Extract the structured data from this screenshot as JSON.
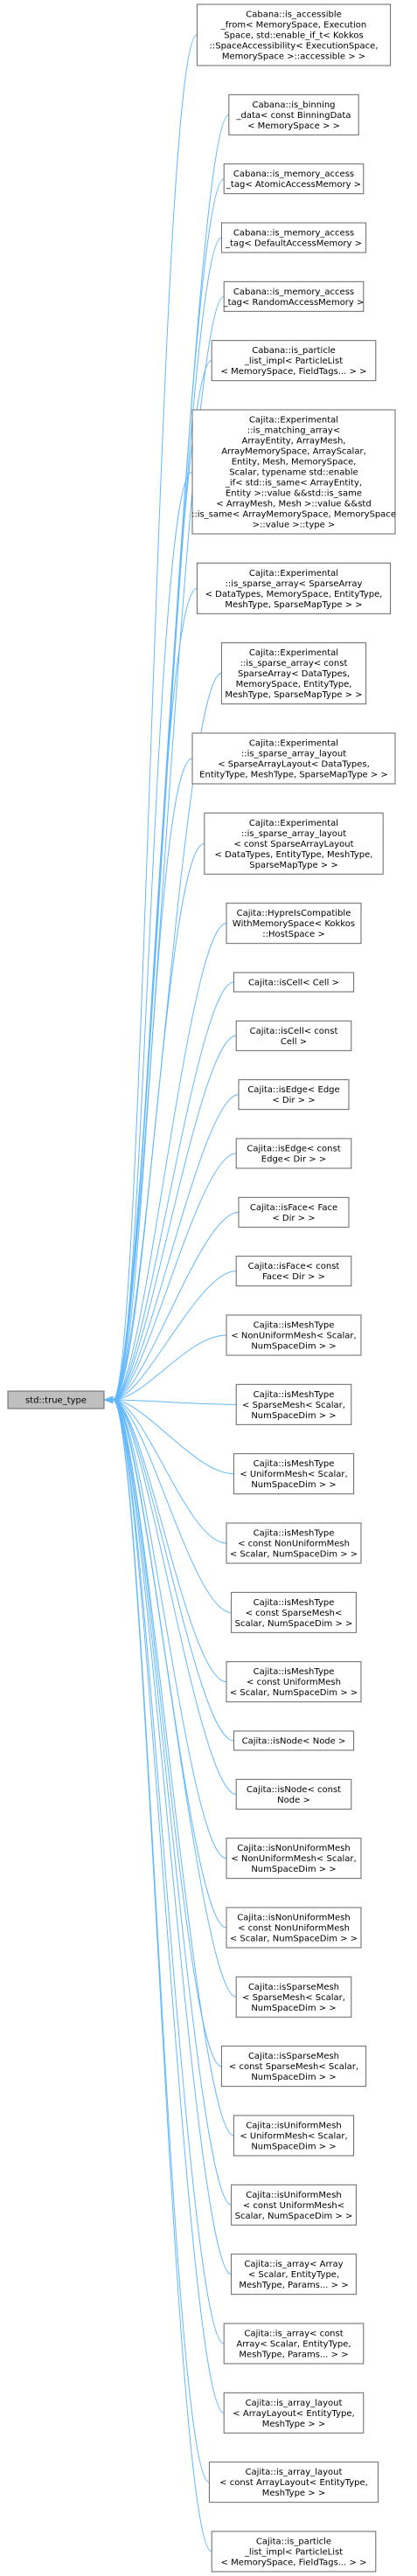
{
  "diagram": {
    "root": {
      "label": "std::true_type"
    },
    "colors": {
      "edge": "#63b8ff",
      "node_border": "#666666",
      "root_fill": "#bfbfbf",
      "node_fill": "#ffffff"
    },
    "nodes": [
      {
        "lines": [
          "Cabana::is_accessible",
          "_from< MemorySpace, Execution",
          "Space, std::enable_if_t< Kokkos",
          "::SpaceAccessibility< ExecutionSpace,",
          "MemorySpace >::accessible > >"
        ]
      },
      {
        "lines": [
          "Cabana::is_binning",
          "_data< const BinningData",
          "< MemorySpace > >"
        ]
      },
      {
        "lines": [
          "Cabana::is_memory_access",
          "_tag< AtomicAccessMemory >"
        ]
      },
      {
        "lines": [
          "Cabana::is_memory_access",
          "_tag< DefaultAccessMemory >"
        ]
      },
      {
        "lines": [
          "Cabana::is_memory_access",
          "_tag< RandomAccessMemory >"
        ]
      },
      {
        "lines": [
          "Cabana::is_particle",
          "_list_impl< ParticleList",
          "< MemorySpace, FieldTags... > >"
        ]
      },
      {
        "lines": [
          "Cajita::Experimental",
          "::is_matching_array<",
          "ArrayEntity, ArrayMesh,",
          "ArrayMemorySpace, ArrayScalar,",
          "Entity, Mesh, MemorySpace,",
          "Scalar, typename std::enable",
          "_if< std::is_same< ArrayEntity,",
          "Entity >::value &&std::is_same",
          "< ArrayMesh, Mesh >::value &&std",
          "::is_same< ArrayMemorySpace, MemorySpace",
          ">::value >::type >"
        ]
      },
      {
        "lines": [
          "Cajita::Experimental",
          "::is_sparse_array< SparseArray",
          "< DataTypes, MemorySpace, EntityType,",
          "MeshType, SparseMapType > >"
        ]
      },
      {
        "lines": [
          "Cajita::Experimental",
          "::is_sparse_array< const",
          "SparseArray< DataTypes,",
          "MemorySpace, EntityType,",
          "MeshType, SparseMapType > >"
        ]
      },
      {
        "lines": [
          "Cajita::Experimental",
          "::is_sparse_array_layout",
          "< SparseArrayLayout< DataTypes,",
          "EntityType, MeshType, SparseMapType > >"
        ]
      },
      {
        "lines": [
          "Cajita::Experimental",
          "::is_sparse_array_layout",
          "< const SparseArrayLayout",
          "< DataTypes, EntityType, MeshType,",
          "SparseMapType > >"
        ]
      },
      {
        "lines": [
          "Cajita::HypreIsCompatible",
          "WithMemorySpace< Kokkos",
          "::HostSpace >"
        ]
      },
      {
        "lines": [
          "Cajita::isCell< Cell >"
        ]
      },
      {
        "lines": [
          "Cajita::isCell< const",
          "Cell >"
        ]
      },
      {
        "lines": [
          "Cajita::isEdge< Edge",
          "< Dir > >"
        ]
      },
      {
        "lines": [
          "Cajita::isEdge< const",
          "Edge< Dir > >"
        ]
      },
      {
        "lines": [
          "Cajita::isFace< Face",
          "< Dir > >"
        ]
      },
      {
        "lines": [
          "Cajita::isFace< const",
          "Face< Dir > >"
        ]
      },
      {
        "lines": [
          "Cajita::isMeshType",
          "< NonUniformMesh< Scalar,",
          "NumSpaceDim > >"
        ]
      },
      {
        "lines": [
          "Cajita::isMeshType",
          "< SparseMesh< Scalar,",
          "NumSpaceDim > >"
        ]
      },
      {
        "lines": [
          "Cajita::isMeshType",
          "< UniformMesh< Scalar,",
          "NumSpaceDim > >"
        ]
      },
      {
        "lines": [
          "Cajita::isMeshType",
          "< const NonUniformMesh",
          "< Scalar, NumSpaceDim > >"
        ]
      },
      {
        "lines": [
          "Cajita::isMeshType",
          "< const SparseMesh<",
          "Scalar, NumSpaceDim > >"
        ]
      },
      {
        "lines": [
          "Cajita::isMeshType",
          "< const UniformMesh",
          "< Scalar, NumSpaceDim > >"
        ]
      },
      {
        "lines": [
          "Cajita::isNode< Node >"
        ]
      },
      {
        "lines": [
          "Cajita::isNode< const",
          "Node >"
        ]
      },
      {
        "lines": [
          "Cajita::isNonUniformMesh",
          "< NonUniformMesh< Scalar,",
          "NumSpaceDim > >"
        ]
      },
      {
        "lines": [
          "Cajita::isNonUniformMesh",
          "< const NonUniformMesh",
          "< Scalar, NumSpaceDim > >"
        ]
      },
      {
        "lines": [
          "Cajita::isSparseMesh",
          "< SparseMesh< Scalar,",
          "NumSpaceDim > >"
        ]
      },
      {
        "lines": [
          "Cajita::isSparseMesh",
          "< const SparseMesh< Scalar,",
          "NumSpaceDim > >"
        ]
      },
      {
        "lines": [
          "Cajita::isUniformMesh",
          "< UniformMesh< Scalar,",
          "NumSpaceDim > >"
        ]
      },
      {
        "lines": [
          "Cajita::isUniformMesh",
          "< const UniformMesh<",
          "Scalar, NumSpaceDim > >"
        ]
      },
      {
        "lines": [
          "Cajita::is_array< Array",
          "< Scalar, EntityType,",
          "MeshType, Params... > >"
        ]
      },
      {
        "lines": [
          "Cajita::is_array< const",
          "Array< Scalar, EntityType,",
          "MeshType, Params... > >"
        ]
      },
      {
        "lines": [
          "Cajita::is_array_layout",
          "< ArrayLayout< EntityType,",
          "MeshType > >"
        ]
      },
      {
        "lines": [
          "Cajita::is_array_layout",
          "< const ArrayLayout< EntityType,",
          "MeshType > >"
        ]
      },
      {
        "lines": [
          "Cajita::is_particle",
          "_list_impl< ParticleList",
          "< MemorySpace, FieldTags... > >"
        ]
      }
    ]
  }
}
